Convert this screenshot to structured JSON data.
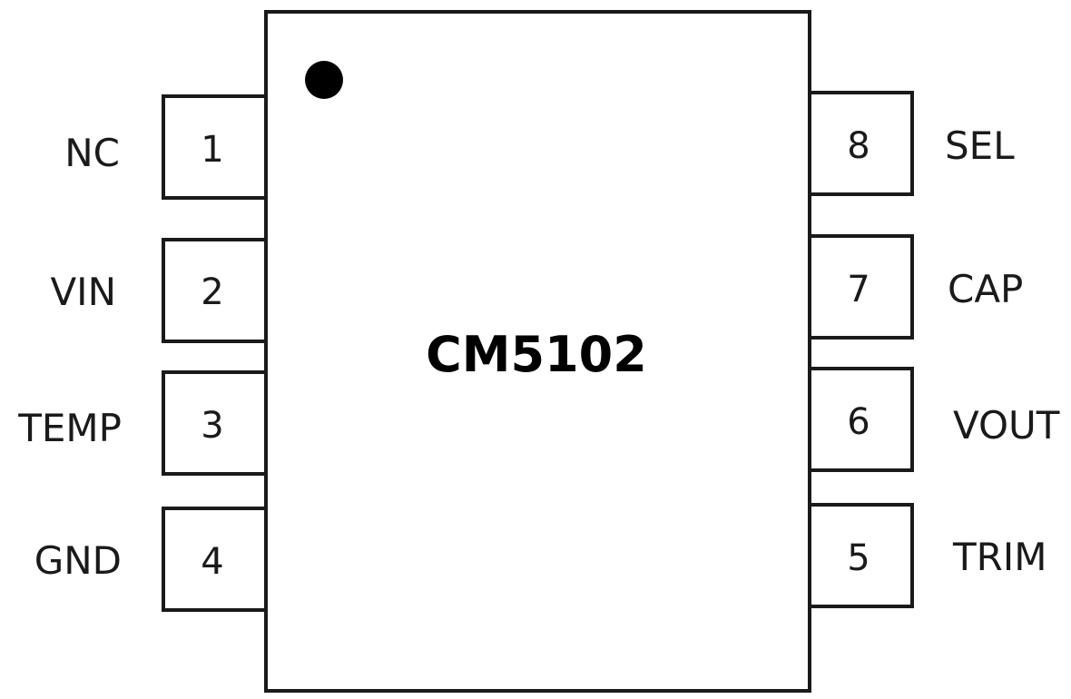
{
  "chip": {
    "name": "CM5102"
  },
  "pins": {
    "left": [
      {
        "number": "1",
        "name": "NC"
      },
      {
        "number": "2",
        "name": "VIN"
      },
      {
        "number": "3",
        "name": "TEMP"
      },
      {
        "number": "4",
        "name": "GND"
      }
    ],
    "right": [
      {
        "number": "8",
        "name": "SEL"
      },
      {
        "number": "7",
        "name": "CAP"
      },
      {
        "number": "6",
        "name": "VOUT"
      },
      {
        "number": "5",
        "name": "TRIM"
      }
    ]
  },
  "colors": {
    "outline": "#1a1a1a",
    "text": "#1a1a1a",
    "background": "#ffffff"
  }
}
